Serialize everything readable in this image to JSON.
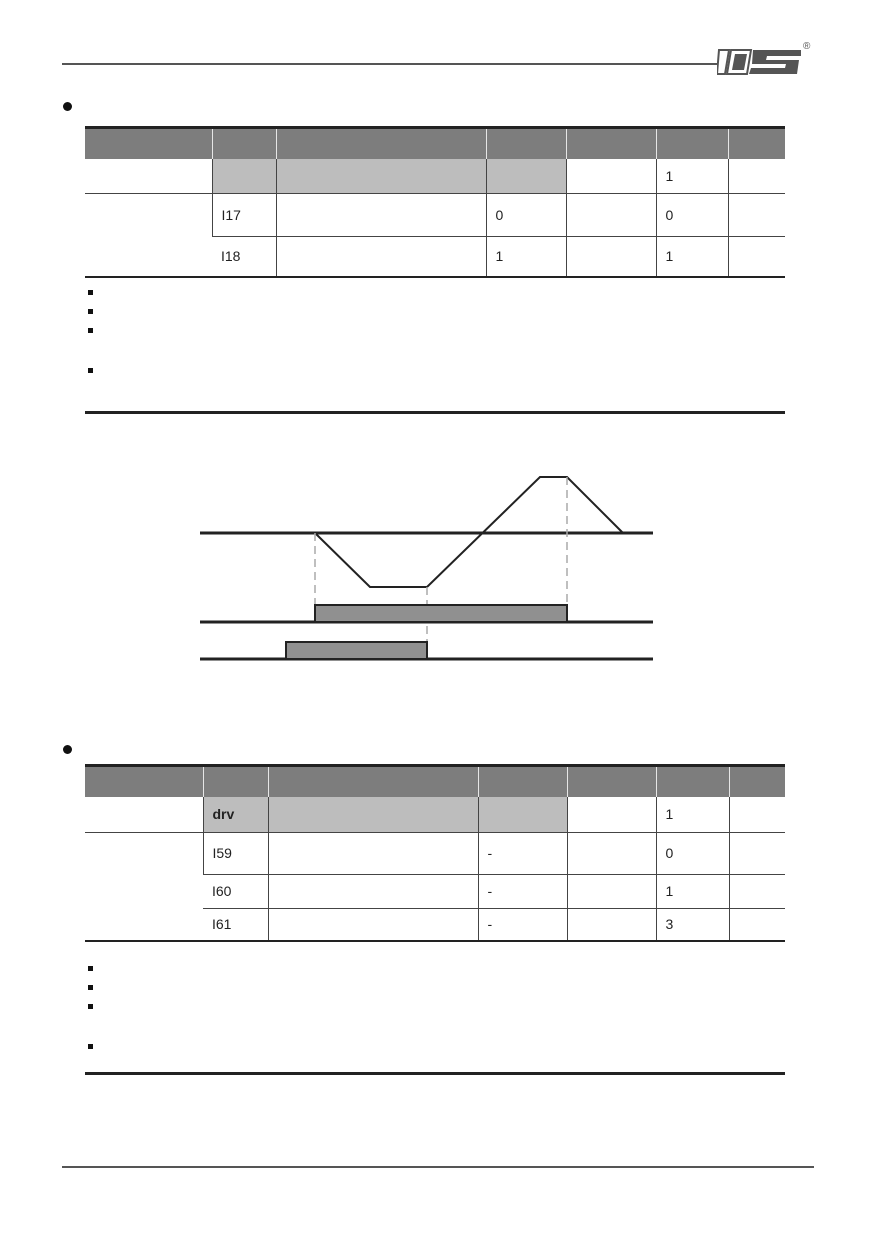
{
  "header": {
    "logo": "LS",
    "registered": "®"
  },
  "table1": {
    "headers": [
      "",
      "",
      "",
      "",
      "",
      "",
      ""
    ],
    "rows": [
      {
        "cells": [
          "",
          "",
          "",
          "",
          "",
          "1",
          ""
        ]
      },
      {
        "cells": [
          "",
          "I17",
          "",
          "0",
          "",
          "0",
          ""
        ]
      },
      {
        "cells": [
          "",
          "I18",
          "",
          "1",
          "",
          "1",
          ""
        ]
      }
    ]
  },
  "table2": {
    "headers": [
      "",
      "",
      "",
      "",
      "",
      "",
      ""
    ],
    "rows": [
      {
        "cells": [
          "",
          "drv",
          "",
          "",
          "",
          "1",
          ""
        ]
      },
      {
        "cells": [
          "",
          "I59",
          "",
          "-",
          "",
          "0",
          ""
        ]
      },
      {
        "cells": [
          "",
          "I60",
          "",
          "-",
          "",
          "1",
          ""
        ]
      },
      {
        "cells": [
          "",
          "I61",
          "",
          "-",
          "",
          "3",
          ""
        ]
      }
    ]
  }
}
